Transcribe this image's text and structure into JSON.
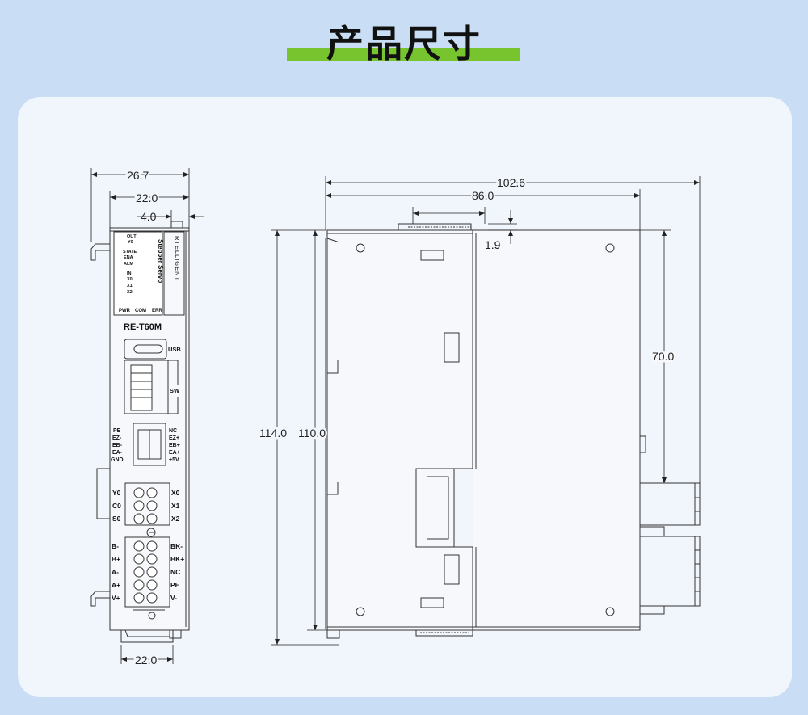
{
  "title": "产品尺寸",
  "front_view": {
    "model": "RE-T60M",
    "led_out": "OUT",
    "led_y0": "Y0",
    "led_state": "STATE",
    "led_ena": "ENA",
    "led_alm": "ALM",
    "led_in": "IN",
    "led_x0": "X0",
    "led_x1": "X1",
    "led_x2": "X2",
    "product_name": "Stepper Servo",
    "brand": "RTELLIGENT",
    "status_pwr": "PWR",
    "status_com": "COM",
    "status_err": "ERR",
    "usb_label": "USB",
    "sw_label": "SW",
    "enc_left": [
      "PE",
      "EZ-",
      "EB-",
      "EA-",
      "GND"
    ],
    "enc_right": [
      "NC",
      "EZ+",
      "EB+",
      "EA+",
      "+5V"
    ],
    "io_left": [
      "Y0",
      "C0",
      "S0"
    ],
    "io_right": [
      "X0",
      "X1",
      "X2"
    ],
    "motor_left": [
      "B-",
      "B+",
      "A-",
      "A+",
      "V+"
    ],
    "motor_right": [
      "BK-",
      "BK+",
      "NC",
      "PE",
      "V-"
    ]
  },
  "dimensions": {
    "width_total": "26.7",
    "width_body": "22.0",
    "clip_offset": "4.0",
    "bottom_width": "22.0",
    "depth_total": "102.6",
    "depth_body": "86.0",
    "step": "1.9",
    "height_total": "114.0",
    "height_body": "110.0",
    "height_connector": "70.0"
  }
}
